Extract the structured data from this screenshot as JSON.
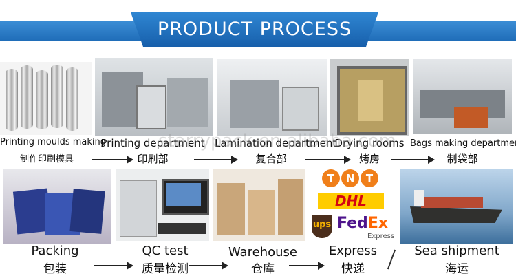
{
  "header": {
    "title": "PRODUCT PROCESS"
  },
  "watermark": "starrypack.en.alibaba.com",
  "steps": [
    {
      "en": "Printing moulds making",
      "cn": "制作印刷模具"
    },
    {
      "en": "Printing department",
      "cn": "印刷部"
    },
    {
      "en": "Lamination department",
      "cn": "复合部"
    },
    {
      "en": "Drying rooms",
      "cn": "烤房"
    },
    {
      "en": "Bags making department",
      "cn": "制袋部"
    },
    {
      "en": "Packing",
      "cn": "包装"
    },
    {
      "en": "QC test",
      "cn": "质量检测"
    },
    {
      "en": "Warehouse",
      "cn": "仓库"
    },
    {
      "en": "Express",
      "cn": "快递"
    },
    {
      "en": "Sea shipment",
      "cn": "海运"
    }
  ],
  "couriers": {
    "tnt": [
      "T",
      "N",
      "T"
    ],
    "dhl": "DHL",
    "ups": "ups",
    "fedex_a": "Fed",
    "fedex_b": "Ex",
    "fedex_sub": "Express"
  },
  "colors": {
    "banner": "#1f6cb8",
    "fedex_purple": "#4d148c",
    "fedex_orange": "#ff6600",
    "dhl_red": "#d40511",
    "tnt_orange": "#f07f1a"
  }
}
